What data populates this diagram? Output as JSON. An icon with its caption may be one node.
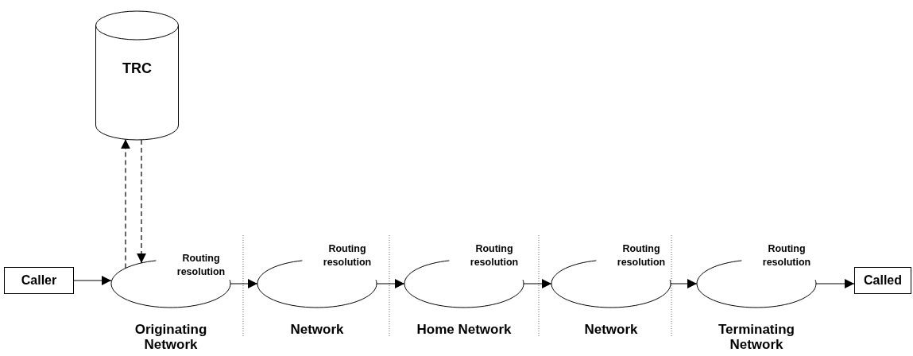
{
  "diagram": {
    "nodes": [
      {
        "text": [
          "TRC"
        ]
      },
      {
        "text": [
          "Caller"
        ]
      },
      {
        "text": [
          "Routing resolution"
        ],
        "beside": [
          "Originating Network"
        ]
      },
      {
        "text": [
          "Routing resolution"
        ],
        "beside": [
          "Network"
        ]
      },
      {
        "text": [
          "Routing resolution"
        ],
        "beside": [
          "Home Network"
        ]
      },
      {
        "text": [
          "Routing resolution"
        ],
        "beside": [
          "Network"
        ]
      },
      {
        "text": [
          "Routing resolution"
        ],
        "beside": [
          "Terminating Network"
        ]
      },
      {
        "text": [
          "Called"
        ]
      }
    ],
    "edges": [
      {
        "from": 1,
        "to": 2,
        "arrow": "to"
      },
      {
        "from": 2,
        "to": 3,
        "arrow": "to"
      },
      {
        "from": 3,
        "to": 4,
        "arrow": "to"
      },
      {
        "from": 4,
        "to": 5,
        "arrow": "to"
      },
      {
        "from": 5,
        "to": 6,
        "arrow": "to"
      },
      {
        "from": 6,
        "to": 7,
        "arrow": "to"
      },
      {
        "from": 2,
        "to": 0,
        "arrow": "to",
        "style": "dashed"
      },
      {
        "from": 0,
        "to": 2,
        "arrow": "to",
        "style": "dashed"
      }
    ]
  }
}
